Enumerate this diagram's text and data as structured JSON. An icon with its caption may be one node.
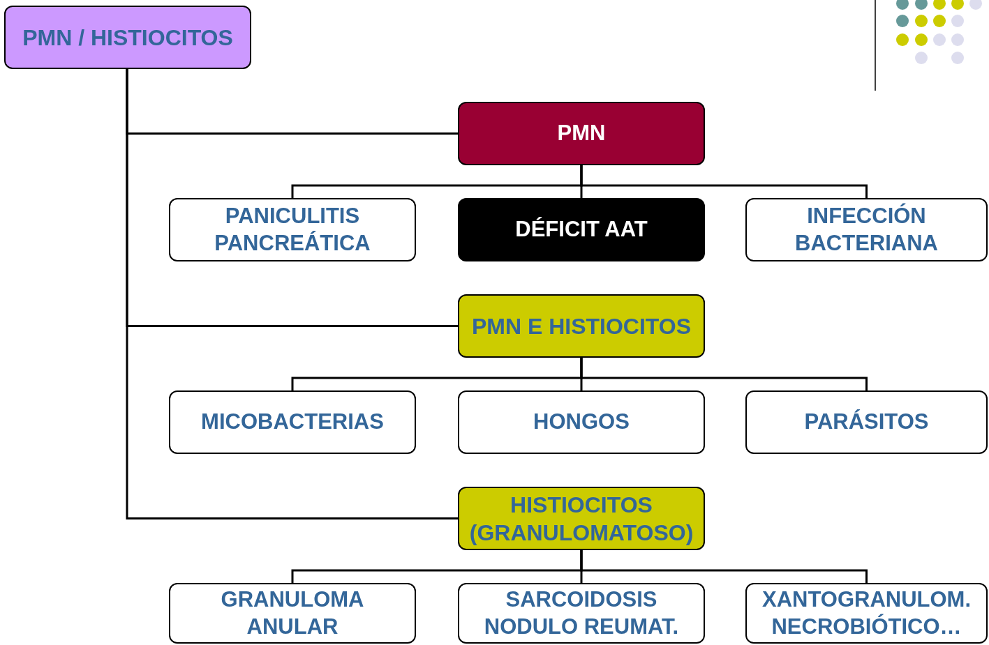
{
  "diagram": {
    "nodes": [
      {
        "text": [
          "PMN / HISTIOCITOS"
        ]
      },
      {
        "text": [
          "PMN"
        ]
      },
      {
        "text": [
          "PANICULITIS PANCREÁTICA"
        ]
      },
      {
        "text": [
          "DÉFICIT AAT"
        ]
      },
      {
        "text": [
          "INFECCIÓN BACTERIANA"
        ]
      },
      {
        "text": [
          "PMN E HISTIOCITOS"
        ]
      },
      {
        "text": [
          "MICOBACTERIAS"
        ]
      },
      {
        "text": [
          "HONGOS"
        ]
      },
      {
        "text": [
          "PARÁSITOS"
        ]
      },
      {
        "text": [
          "HISTIOCITOS (GRANULOMATOSO)"
        ]
      },
      {
        "text": [
          "GRANULOMA ANULAR"
        ]
      },
      {
        "text": [
          "SARCOIDOSIS NODULO REUMAT."
        ]
      },
      {
        "text": [
          "XANTOGRANULOM. NECROBIÓTICO…"
        ]
      }
    ],
    "edges": [
      {
        "from": 0,
        "to": 1,
        "arrow": "none"
      },
      {
        "from": 0,
        "to": 5,
        "arrow": "none"
      },
      {
        "from": 0,
        "to": 9,
        "arrow": "none"
      },
      {
        "from": 1,
        "to": 2,
        "arrow": "none"
      },
      {
        "from": 1,
        "to": 3,
        "arrow": "none"
      },
      {
        "from": 1,
        "to": 4,
        "arrow": "none"
      },
      {
        "from": 5,
        "to": 6,
        "arrow": "none"
      },
      {
        "from": 5,
        "to": 7,
        "arrow": "none"
      },
      {
        "from": 5,
        "to": 8,
        "arrow": "none"
      },
      {
        "from": 9,
        "to": 10,
        "arrow": "none"
      },
      {
        "from": 9,
        "to": 11,
        "arrow": "none"
      },
      {
        "from": 9,
        "to": 12,
        "arrow": "none"
      }
    ]
  }
}
